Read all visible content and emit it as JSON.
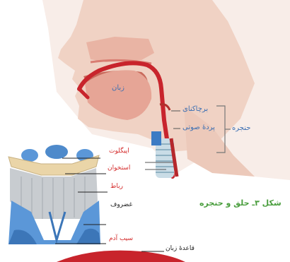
{
  "head_labels": {
    "tongue": "زبان",
    "uvula": "برچاکنای",
    "vocal_cords": "پردهٔ صوتی",
    "larynx": "حنجره"
  },
  "caption": "شکل ۳ـ حلق و حنجره",
  "larynx_labels": {
    "epiglottis": "اپیگلوت",
    "bone": "استخوان",
    "ligament": "رباط",
    "cartilage": "غضروف",
    "adams_apple": "سیب آدم"
  },
  "bottom_label": "قاعدهٔ زبان",
  "colors": {
    "skin": "#f0d2c4",
    "airway": "#c8242c",
    "blue_text": "#3b6fb3",
    "red_text": "#d42a2a",
    "caption_green": "#4a9e3e",
    "cartilage_blue": "#5b97d8"
  }
}
